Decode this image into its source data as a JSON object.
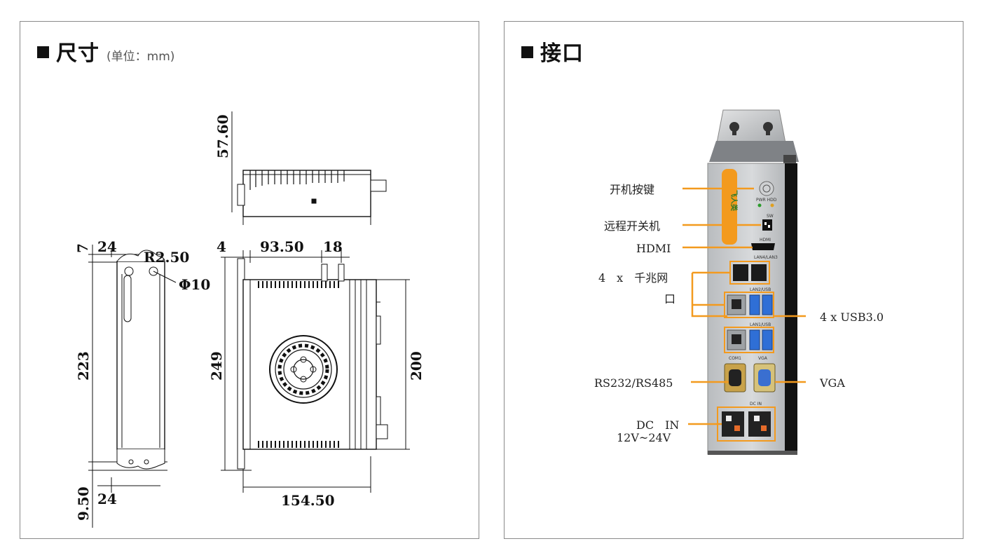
{
  "dimensions_panel": {
    "title": "尺寸",
    "unit_note": "(单位：mm)",
    "labels": {
      "height": "57.60",
      "left_top_7": "7",
      "left_top_24": "24",
      "radius": "R2.50",
      "hole": "Φ10",
      "left_height": "223",
      "bottom_950": "9.50",
      "bottom_24": "24",
      "top_4": "4",
      "top_9350": "93.50",
      "top_18": "18",
      "height_249": "249",
      "height_200": "200",
      "width_15450": "154.50"
    }
  },
  "interfaces_panel": {
    "title": "接口",
    "callouts": {
      "power_button": "开机按键",
      "remote_switch": "远程开关机",
      "hdmi": "HDMI",
      "lan_line1": "4　x　千兆网",
      "lan_line2": "口",
      "usb": "4 x USB3.0",
      "serial": "RS232/RS485",
      "vga": "VGA",
      "dc_line1": "DC　IN",
      "dc_line2": "12V~24V"
    },
    "device_silkscreen": {
      "pwr_hdd": "PWR HDD",
      "sw": "SW",
      "hdmi": "HDMI",
      "lan_top": "LAN4/LAN3",
      "lan_mid": "LAN2/USB",
      "lan_bot": "LAN1/USB",
      "com1": "COM1",
      "vga": "VGA",
      "dcin": "DC IN",
      "stripe_text": "飞人类"
    },
    "accent_color": "#f39a1e"
  }
}
